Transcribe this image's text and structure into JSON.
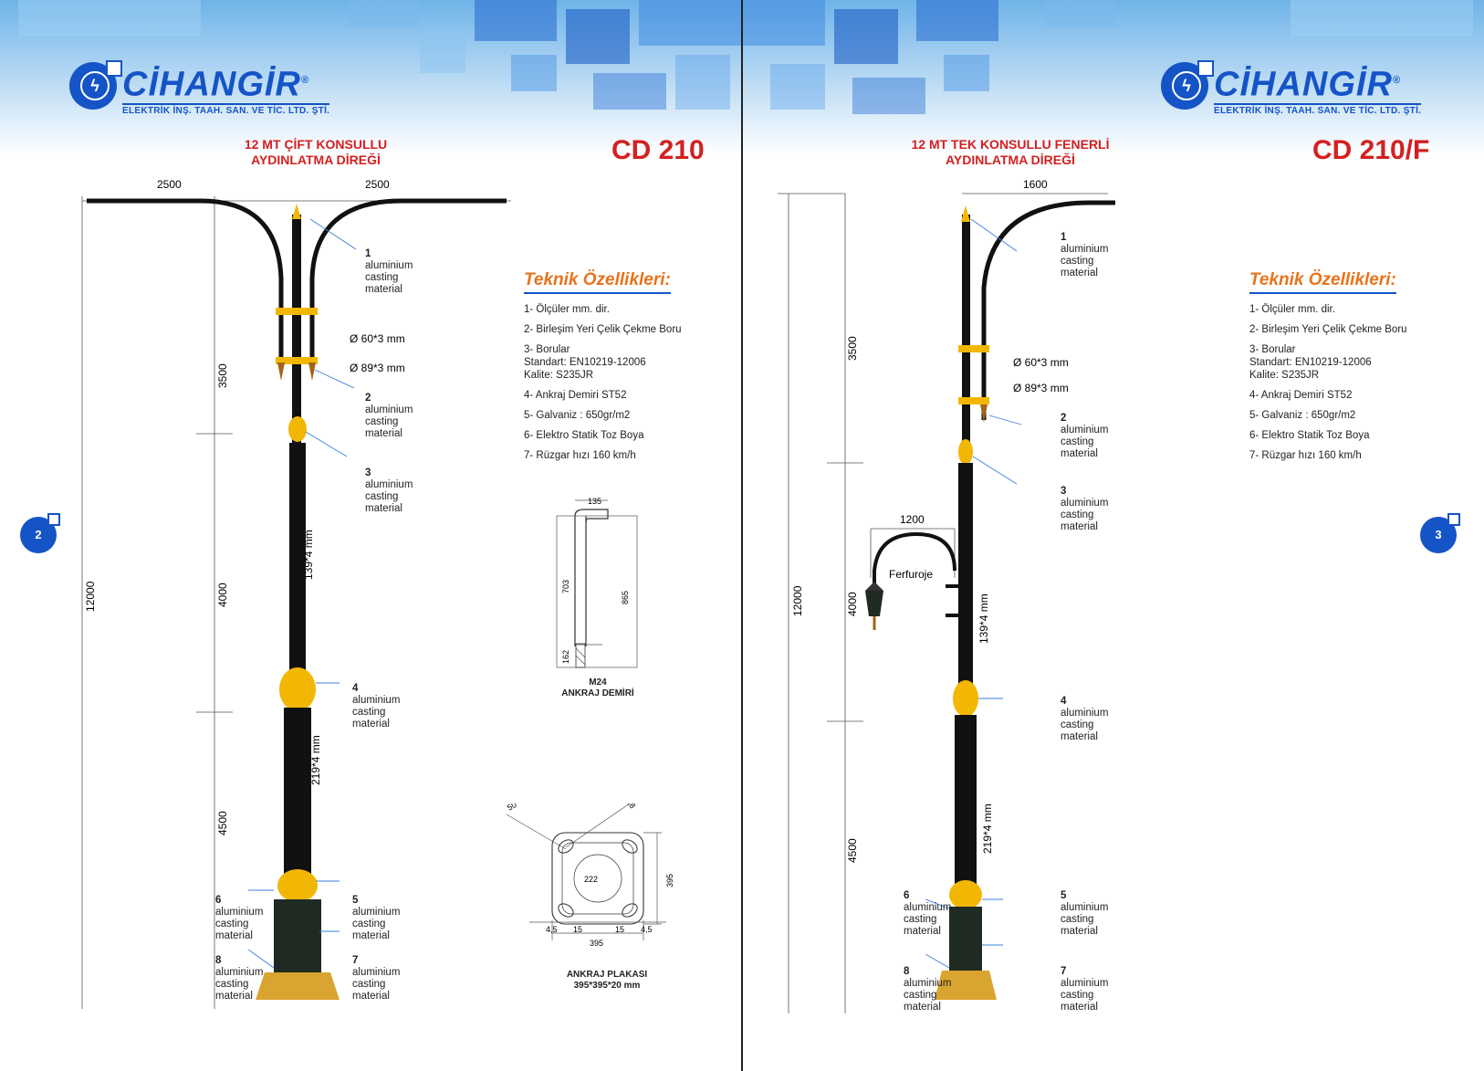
{
  "brand": {
    "name": "CİHANGİR",
    "registered": "®",
    "company": "ELEKTRİK İNŞ. TAAH. SAN. VE TİC. LTD. ŞTİ."
  },
  "left": {
    "title_line1": "12 MT ÇİFT KONSULLU",
    "title_line2": "AYDINLATMA DİREĞİ",
    "code": "CD 210",
    "page_number": "2",
    "dims": {
      "arm_left": "2500",
      "arm_right": "2500",
      "total": "12000",
      "seg1": "3500",
      "seg2": "4000",
      "seg3": "4500",
      "pipe1": "Ø 60*3 mm",
      "pipe2": "Ø 89*3 mm",
      "tube1": "139*4 mm",
      "tube2": "219*4 mm"
    },
    "callouts": [
      {
        "num": "1",
        "text": "aluminium\ncasting\nmaterial"
      },
      {
        "num": "2",
        "text": "aluminium\ncasting\nmaterial"
      },
      {
        "num": "3",
        "text": "aluminium\ncasting\nmaterial"
      },
      {
        "num": "4",
        "text": "aluminium\ncasting\nmaterial"
      },
      {
        "num": "5",
        "text": "aluminium\ncasting\nmaterial"
      },
      {
        "num": "6",
        "text": "aluminium\ncasting\nmaterial"
      },
      {
        "num": "7",
        "text": "aluminium\ncasting\nmaterial"
      },
      {
        "num": "8",
        "text": "aluminium\ncasting\nmaterial"
      }
    ],
    "anchor": {
      "top": "135",
      "h1": "703",
      "h2": "865",
      "h3": "162",
      "caption1": "M24",
      "caption2": "ANKRAJ  DEMİRİ"
    },
    "plate": {
      "d50": "50",
      "d28": "28",
      "d222": "222",
      "d395v": "395",
      "a": "4,5",
      "b": "15",
      "c": "15",
      "d": "4,5",
      "w": "395",
      "caption1": "ANKRAJ PLAKASI",
      "caption2": "395*395*20 mm"
    }
  },
  "right": {
    "title_line1": "12 MT TEK KONSULLU FENERLİ",
    "title_line2": "AYDINLATMA DİREĞİ",
    "code": "CD 210/F",
    "page_number": "3",
    "dims": {
      "arm": "1600",
      "total": "12000",
      "seg1": "3500",
      "seg2": "4000",
      "seg3": "4500",
      "pipe1": "Ø 60*3 mm",
      "pipe2": "Ø 89*3 mm",
      "tube1": "139*4 mm",
      "tube2": "219*4 mm",
      "ferfuroje": "1200",
      "ferfuroje_label": "Ferfuroje"
    },
    "callouts": [
      {
        "num": "1",
        "text": "aluminium\ncasting\nmaterial"
      },
      {
        "num": "2",
        "text": "aluminium\ncasting\nmaterial"
      },
      {
        "num": "3",
        "text": "aluminium\ncasting\nmaterial"
      },
      {
        "num": "4",
        "text": "aluminium\ncasting\nmaterial"
      },
      {
        "num": "5",
        "text": "aluminium\ncasting\nmaterial"
      },
      {
        "num": "6",
        "text": "aluminium\ncasting\nmaterial"
      },
      {
        "num": "7",
        "text": "aluminium\ncasting\nmaterial"
      },
      {
        "num": "8",
        "text": "aluminium\ncasting\nmaterial"
      }
    ]
  },
  "specs": {
    "heading": "Teknik Özellikleri:",
    "items": [
      "1- Ölçüler mm. dir.",
      "2- Birleşim Yeri Çelik Çekme Boru",
      "3- Borular\n    Standart: EN10219-12006\n    Kalite: S235JR",
      "4- Ankraj Demiri ST52",
      "5- Galvaniz : 650gr/m2",
      "6- Elektro Statik Toz Boya",
      "7- Rüzgar hızı 160 km/h"
    ]
  },
  "colors": {
    "brand_blue": "#1554c7",
    "title_red": "#d42020",
    "heading_orange": "#e8731c",
    "gold": "#f2b705",
    "pole": "#111111"
  }
}
